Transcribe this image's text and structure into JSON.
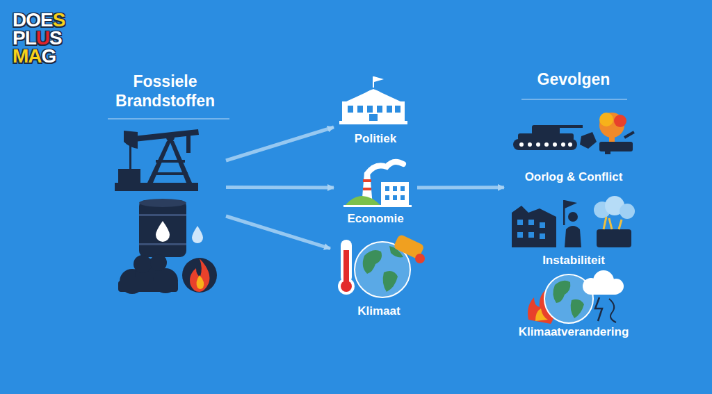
{
  "diagram": {
    "nodes": [
      {
        "text": [
          "Fossiele Brandstoffen"
        ]
      },
      {
        "text": [
          "Politiek"
        ]
      },
      {
        "text": [
          "Economie"
        ]
      },
      {
        "text": [
          "Klimaat"
        ]
      },
      {
        "text": [
          "Gevolgen"
        ]
      },
      {
        "text": [
          "Oorlog & Conflict"
        ],
        "in": 4
      },
      {
        "text": [
          "Instabiliteit"
        ],
        "in": 4
      },
      {
        "text": [
          "Klimaatverandering"
        ],
        "in": 4
      }
    ],
    "edges": [
      {
        "from": 0,
        "to": 1,
        "arrow": "to"
      },
      {
        "from": 0,
        "to": 2,
        "arrow": "to"
      },
      {
        "from": 0,
        "to": 3,
        "arrow": "to"
      },
      {
        "from": 2,
        "to": 4,
        "arrow": "to"
      }
    ],
    "labels": [
      "DOES",
      "PLUS",
      "MAG"
    ]
  }
}
